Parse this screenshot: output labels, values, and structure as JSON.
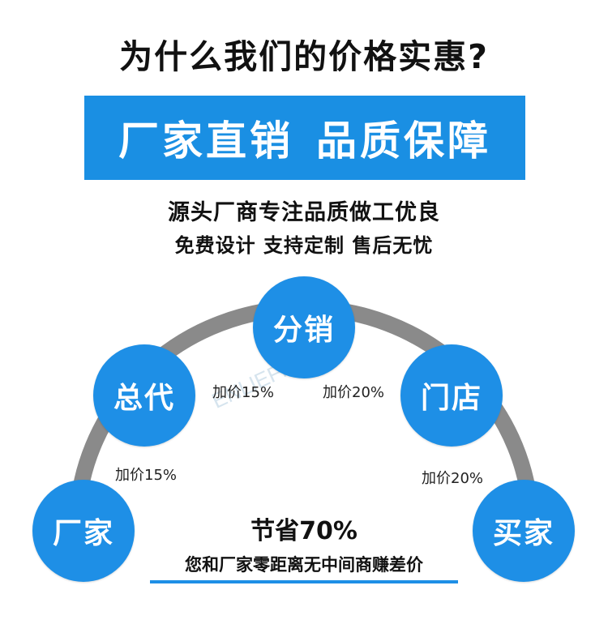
{
  "title": "为什么我们的价格实惠?",
  "banner": {
    "left": "厂家直销",
    "right": "品质保障",
    "bg_color": "#1a8fe3"
  },
  "subtitle": {
    "line1": "源头厂商专注品质做工优良",
    "line2": "免费设计 支持定制 售后无忧"
  },
  "chain": {
    "nodes": [
      "厂家",
      "总代",
      "分销",
      "门店",
      "买家"
    ],
    "markups": [
      "加价15%",
      "加价15%",
      "加价20%",
      "加价20%"
    ],
    "node_color": "#1e8fe6",
    "arc_color": "#8a8a8a"
  },
  "savings": {
    "headline": "节省70%",
    "detail": "您和厂家零距离无中间商赚差价"
  },
  "watermark": "ENLIEFR"
}
